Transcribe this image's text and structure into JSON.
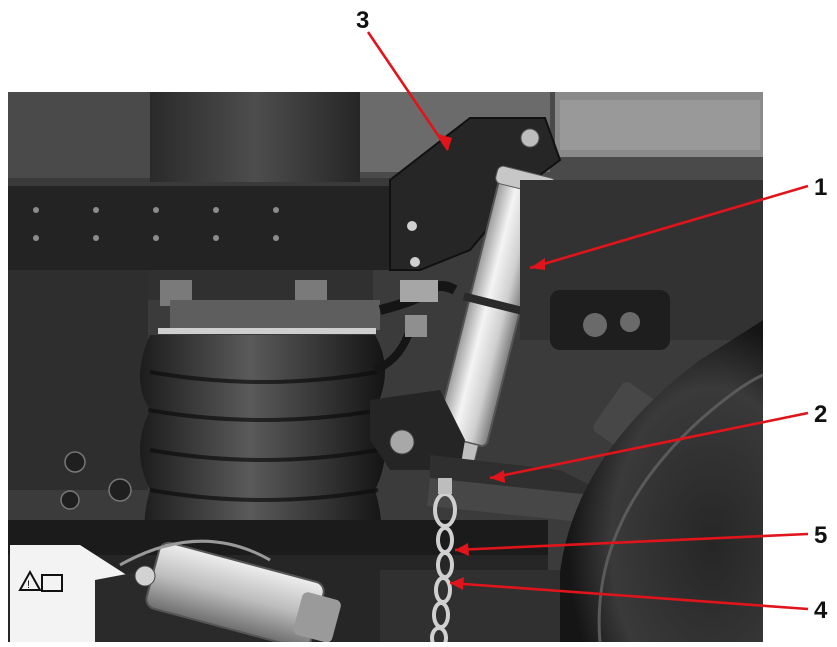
{
  "callouts": [
    {
      "id": "1",
      "label": "1"
    },
    {
      "id": "2",
      "label": "2"
    },
    {
      "id": "3",
      "label": "3"
    },
    {
      "id": "4",
      "label": "4"
    },
    {
      "id": "5",
      "label": "5"
    }
  ],
  "colors": {
    "leader_line": "#e0141b",
    "label_text": "#111111",
    "background": "#ffffff"
  },
  "icons": [
    "warning-triangle-icon"
  ]
}
